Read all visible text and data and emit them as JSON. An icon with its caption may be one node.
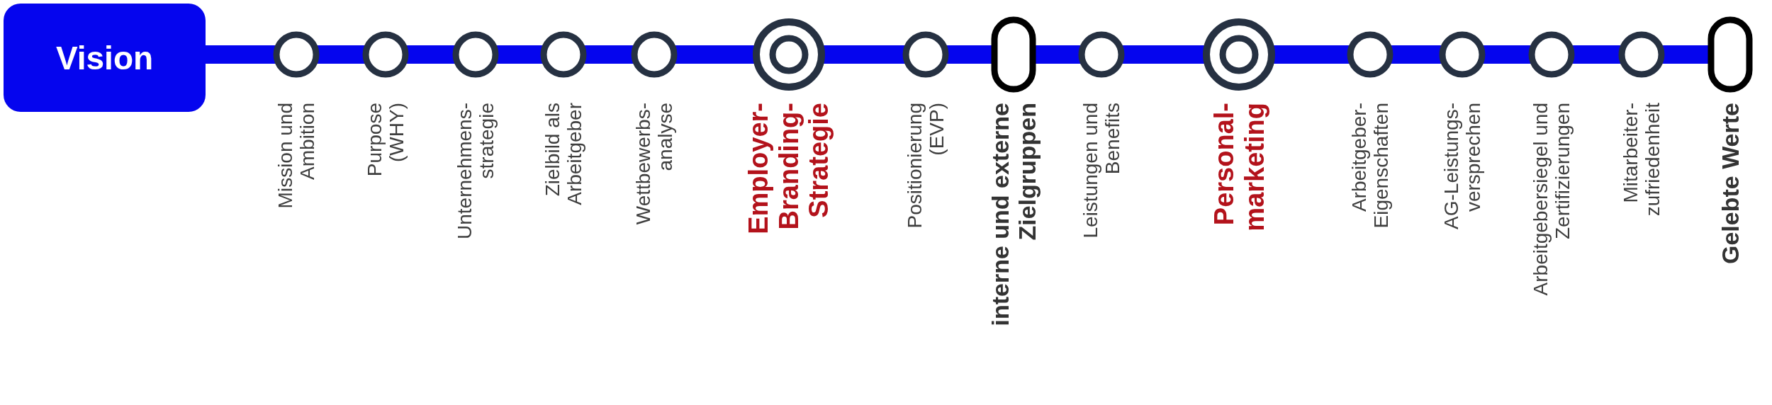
{
  "diagram": {
    "nodes": [
      {
        "text": [
          "Vision"
        ]
      },
      {
        "text": [],
        "shape": "circle",
        "beside": [
          "Mission und Ambition"
        ]
      },
      {
        "text": [],
        "shape": "circle",
        "beside": [
          "Purpose (WHY)"
        ]
      },
      {
        "text": [],
        "shape": "circle",
        "beside": [
          "Unternehmens- strategie"
        ]
      },
      {
        "text": [],
        "shape": "circle",
        "beside": [
          "Zielbild als Arbeitgeber"
        ]
      },
      {
        "text": [],
        "shape": "circle",
        "beside": [
          "Wettbewerbs- analyse"
        ]
      },
      {
        "text": [],
        "shape": "target",
        "beside": [
          "Employer- Branding- Strategie"
        ]
      },
      {
        "text": [],
        "shape": "circle",
        "beside": [
          "Positionierung (EVP)"
        ]
      },
      {
        "text": [],
        "shape": "capsule",
        "beside": [
          "interne und externe Zielgruppen"
        ]
      },
      {
        "text": [],
        "shape": "circle",
        "beside": [
          "Leistungen und Benefits"
        ]
      },
      {
        "text": [],
        "shape": "target",
        "beside": [
          "Personal- marketing"
        ]
      },
      {
        "text": [],
        "shape": "circle",
        "beside": [
          "Arbeitgeber- Eigenschaften"
        ]
      },
      {
        "text": [],
        "shape": "circle",
        "beside": [
          "AG-Leistungs- versprechen"
        ]
      },
      {
        "text": [],
        "shape": "circle",
        "beside": [
          "Arbeitgebersiegel und Zertifizierungen"
        ]
      },
      {
        "text": [],
        "shape": "circle",
        "beside": [
          "Mitarbeiter- zufriedenheit"
        ]
      },
      {
        "text": [],
        "shape": "capsule",
        "beside": [
          "Gelebte Werte"
        ]
      }
    ],
    "edges": [
      {
        "from": 0,
        "to": 1,
        "arrow": "none"
      },
      {
        "from": 1,
        "to": 2,
        "arrow": "none"
      },
      {
        "from": 2,
        "to": 3,
        "arrow": "none"
      },
      {
        "from": 3,
        "to": 4,
        "arrow": "none"
      },
      {
        "from": 4,
        "to": 5,
        "arrow": "none"
      },
      {
        "from": 5,
        "to": 6,
        "arrow": "none"
      },
      {
        "from": 6,
        "to": 7,
        "arrow": "none"
      },
      {
        "from": 7,
        "to": 8,
        "arrow": "none"
      },
      {
        "from": 8,
        "to": 9,
        "arrow": "none"
      },
      {
        "from": 9,
        "to": 10,
        "arrow": "none"
      },
      {
        "from": 10,
        "to": 11,
        "arrow": "none"
      },
      {
        "from": 11,
        "to": 12,
        "arrow": "none"
      },
      {
        "from": 12,
        "to": 13,
        "arrow": "none"
      },
      {
        "from": 13,
        "to": 14,
        "arrow": "none"
      },
      {
        "from": 14,
        "to": 15,
        "arrow": "none"
      }
    ]
  }
}
